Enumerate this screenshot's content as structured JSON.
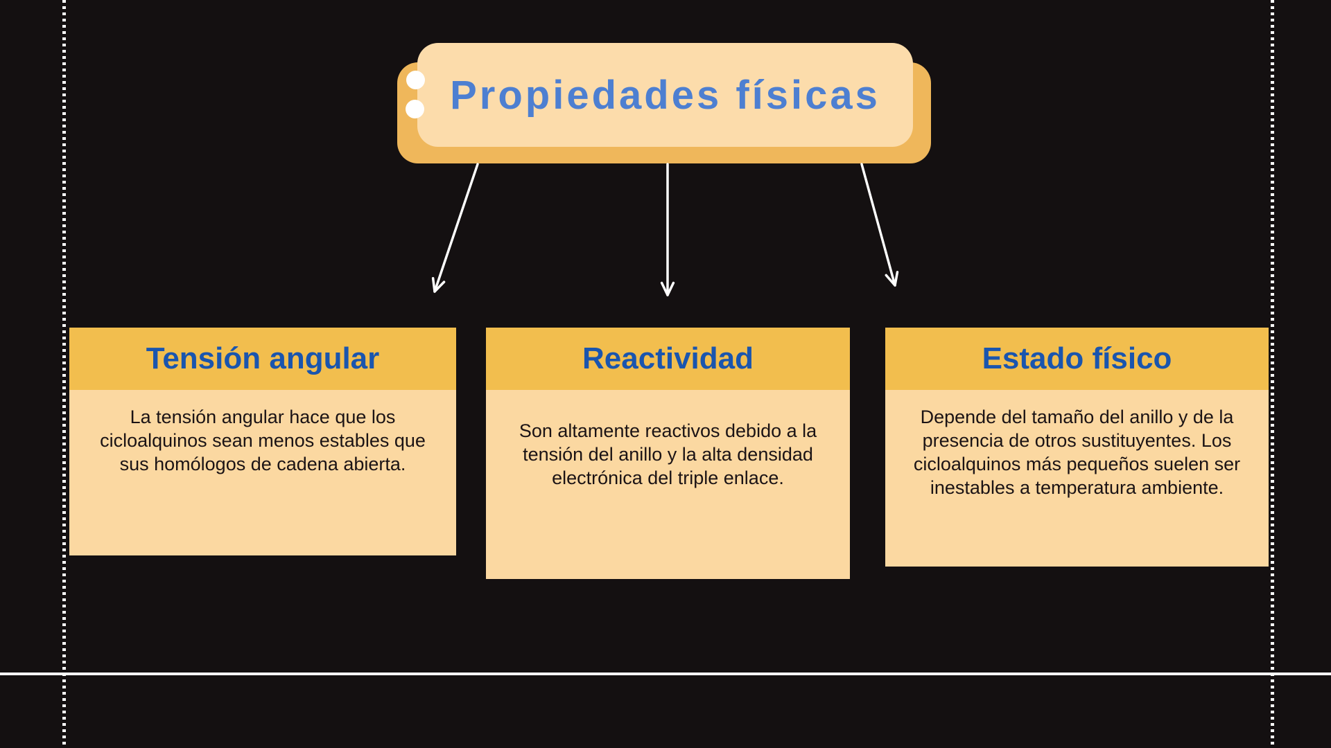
{
  "slide": {
    "background_color": "#141011",
    "frame": {
      "dotted_line_color": "#FFFFFF",
      "bottom_line_color": "#FFFFFF"
    },
    "header": {
      "title": "Propiedades físicas",
      "title_color": "#4D7FD1",
      "front_box_color": "#FCDCAB",
      "back_box_color": "#EFB75B",
      "bullet_color": "#FFFFFF"
    },
    "card_style": {
      "header_bg": "#F2BE4E",
      "header_text_color": "#1A55AE",
      "body_bg": "#FBD8A1",
      "body_text_color": "#1B1315"
    },
    "connector_color": "#FFFFFF",
    "cards": [
      {
        "title": "Tensión angular",
        "body": "La tensión angular hace que los cicloalquinos sean menos estables que sus homólogos de cadena abierta."
      },
      {
        "title": "Reactividad",
        "body": "Son altamente reactivos debido a la tensión del anillo y la alta densidad electrónica del triple enlace."
      },
      {
        "title": "Estado físico",
        "body": "Depende del tamaño del anillo y de la presencia de otros sustituyentes. Los cicloalquinos más pequeños suelen ser inestables a temperatura ambiente."
      }
    ]
  }
}
